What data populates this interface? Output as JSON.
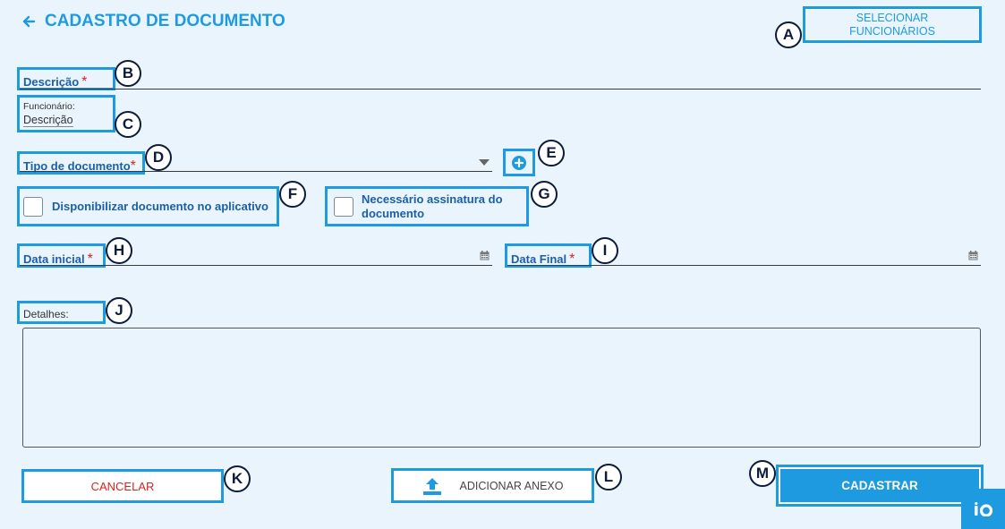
{
  "header": {
    "title": "CADASTRO DE DOCUMENTO",
    "back_icon": "arrow-left-icon",
    "select_employees_line1": "SELECIONAR",
    "select_employees_line2": "FUNCIONÁRIOS"
  },
  "form": {
    "description_label": "Descrição",
    "required_mark": "*",
    "employee_caption": "Funcionário:",
    "employee_value": "Descrição",
    "doc_type_label": "Tipo de documento",
    "make_available_label": "Disponibilizar documento no aplicativo",
    "signature_line1": "Necessário assinatura do",
    "signature_line2": "documento",
    "start_date_label": "Data inicial",
    "end_date_label": "Data Final",
    "details_label": "Detalhes:",
    "details_value": ""
  },
  "footer": {
    "cancel_label": "CANCELAR",
    "attach_label": "ADICIONAR ANEXO",
    "submit_label": "CADASTRAR"
  },
  "callouts": [
    "A",
    "B",
    "C",
    "D",
    "E",
    "F",
    "G",
    "H",
    "I",
    "J",
    "K",
    "L",
    "M"
  ],
  "colors": {
    "background": "#eaf4fd",
    "primary": "#1e9be0",
    "title": "#1e9be0",
    "label": "#1b5fa8",
    "required": "#e02020",
    "cancel_text": "#e02020",
    "badge_border": "#0d1b3a"
  }
}
